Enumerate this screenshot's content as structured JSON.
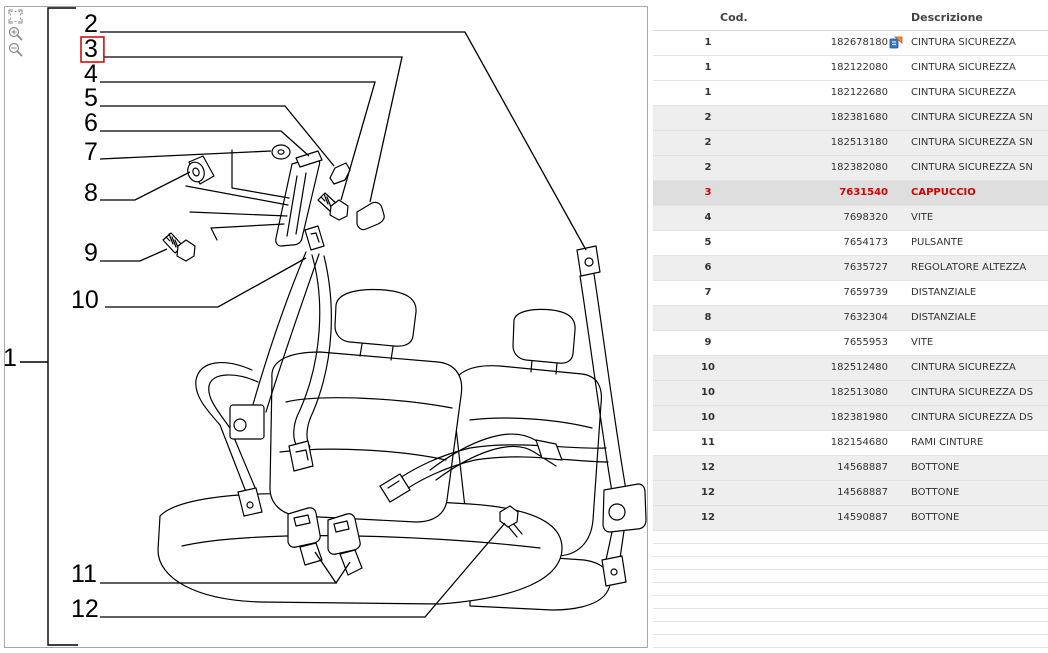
{
  "diagram": {
    "zoom_controls": [
      {
        "icon": "fit-to-window-icon"
      },
      {
        "icon": "zoom-in-icon"
      },
      {
        "icon": "zoom-out-icon"
      }
    ],
    "callouts": [
      {
        "label": "1"
      },
      {
        "label": "2"
      },
      {
        "label": "3",
        "selected": true
      },
      {
        "label": "4"
      },
      {
        "label": "5"
      },
      {
        "label": "6"
      },
      {
        "label": "7"
      },
      {
        "label": "8"
      },
      {
        "label": "9"
      },
      {
        "label": "10"
      },
      {
        "label": "11"
      },
      {
        "label": "12"
      }
    ]
  },
  "table": {
    "headers": {
      "code": "Cod.",
      "description": "Descrizione"
    },
    "rows": [
      {
        "pos": "1",
        "code": "182678180",
        "description": "CINTURA SICUREZZA",
        "icon": "part-info-icon"
      },
      {
        "pos": "1",
        "code": "182122080",
        "description": "CINTURA SICUREZZA"
      },
      {
        "pos": "1",
        "code": "182122680",
        "description": "CINTURA SICUREZZA"
      },
      {
        "pos": "2",
        "code": "182381680",
        "description": "CINTURA SICUREZZA SN"
      },
      {
        "pos": "2",
        "code": "182513180",
        "description": "CINTURA SICUREZZA SN"
      },
      {
        "pos": "2",
        "code": "182382080",
        "description": "CINTURA SICUREZZA SN"
      },
      {
        "pos": "3",
        "code": "7631540",
        "description": "CAPPUCCIO",
        "selected": true
      },
      {
        "pos": "4",
        "code": "7698320",
        "description": "VITE"
      },
      {
        "pos": "5",
        "code": "7654173",
        "description": "PULSANTE"
      },
      {
        "pos": "6",
        "code": "7635727",
        "description": "REGOLATORE ALTEZZA"
      },
      {
        "pos": "7",
        "code": "7659739",
        "description": "DISTANZIALE"
      },
      {
        "pos": "8",
        "code": "7632304",
        "description": "DISTANZIALE"
      },
      {
        "pos": "9",
        "code": "7655953",
        "description": "VITE"
      },
      {
        "pos": "10",
        "code": "182512480",
        "description": "CINTURA SICUREZZA"
      },
      {
        "pos": "10",
        "code": "182513080",
        "description": "CINTURA SICUREZZA DS"
      },
      {
        "pos": "10",
        "code": "182381980",
        "description": "CINTURA SICUREZZA DS"
      },
      {
        "pos": "11",
        "code": "182154680",
        "description": "RAMI CINTURE"
      },
      {
        "pos": "12",
        "code": "14568887",
        "description": "BOTTONE"
      },
      {
        "pos": "12",
        "code": "14568887",
        "description": "BOTTONE"
      },
      {
        "pos": "12",
        "code": "14590887",
        "description": "BOTTONE"
      }
    ]
  },
  "colors": {
    "selected_text": "#d40000",
    "selected_row_bg": "#dedede",
    "alt_row_bg": "#eeeeee",
    "selected_callout_box": "#cc0000",
    "header_text": "#444444"
  }
}
